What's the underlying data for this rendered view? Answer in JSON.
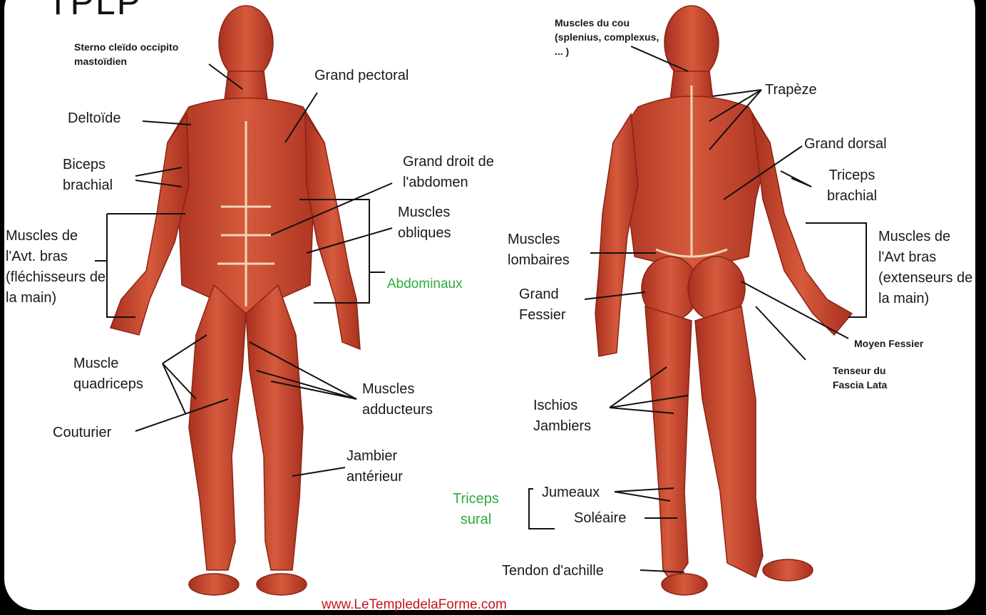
{
  "title": "TPLP",
  "colors": {
    "muscle": "#c6402a",
    "muscle_dark": "#9a2616",
    "tendon": "#f0d6b8",
    "line": "#111111",
    "green": "#2eaa3a",
    "url": "#c8141e"
  },
  "front_labels": {
    "sterno": "Sterno cleïdo occipito mastoïdien",
    "grand_pectoral": "Grand pectoral",
    "deltoide": "Deltoïde",
    "biceps": "Biceps brachial",
    "grand_droit": "Grand droit de l'abdomen",
    "obliques": "Muscles obliques",
    "avant_bras": "Muscles de l'Avt. bras (fléchisseurs de la main)",
    "abdominaux": "Abdominaux",
    "quadriceps": "Muscle quadriceps",
    "adducteurs": "Muscles adducteurs",
    "couturier": "Couturier",
    "jambier": "Jambier antérieur"
  },
  "back_labels": {
    "cou": "Muscles du cou (splenius, complexus, ... )",
    "trapeze": "Trapèze",
    "grand_dorsal": "Grand dorsal",
    "triceps_brachial": "Triceps brachial",
    "lombaires": "Muscles lombaires",
    "avt_bras": "Muscles de l'Avt bras (extenseurs de la main)",
    "grand_fessier": "Grand Fessier",
    "moyen_fessier": "Moyen Fessier",
    "tenseur": "Tenseur du Fascia Lata",
    "ischios": "Ischios Jambiers",
    "triceps_sural": "Triceps sural",
    "jumeaux": "Jumeaux",
    "soleaire": "Soléaire",
    "tendon": "Tendon d'achille"
  },
  "url": "www.LeTempledelaForme.com"
}
